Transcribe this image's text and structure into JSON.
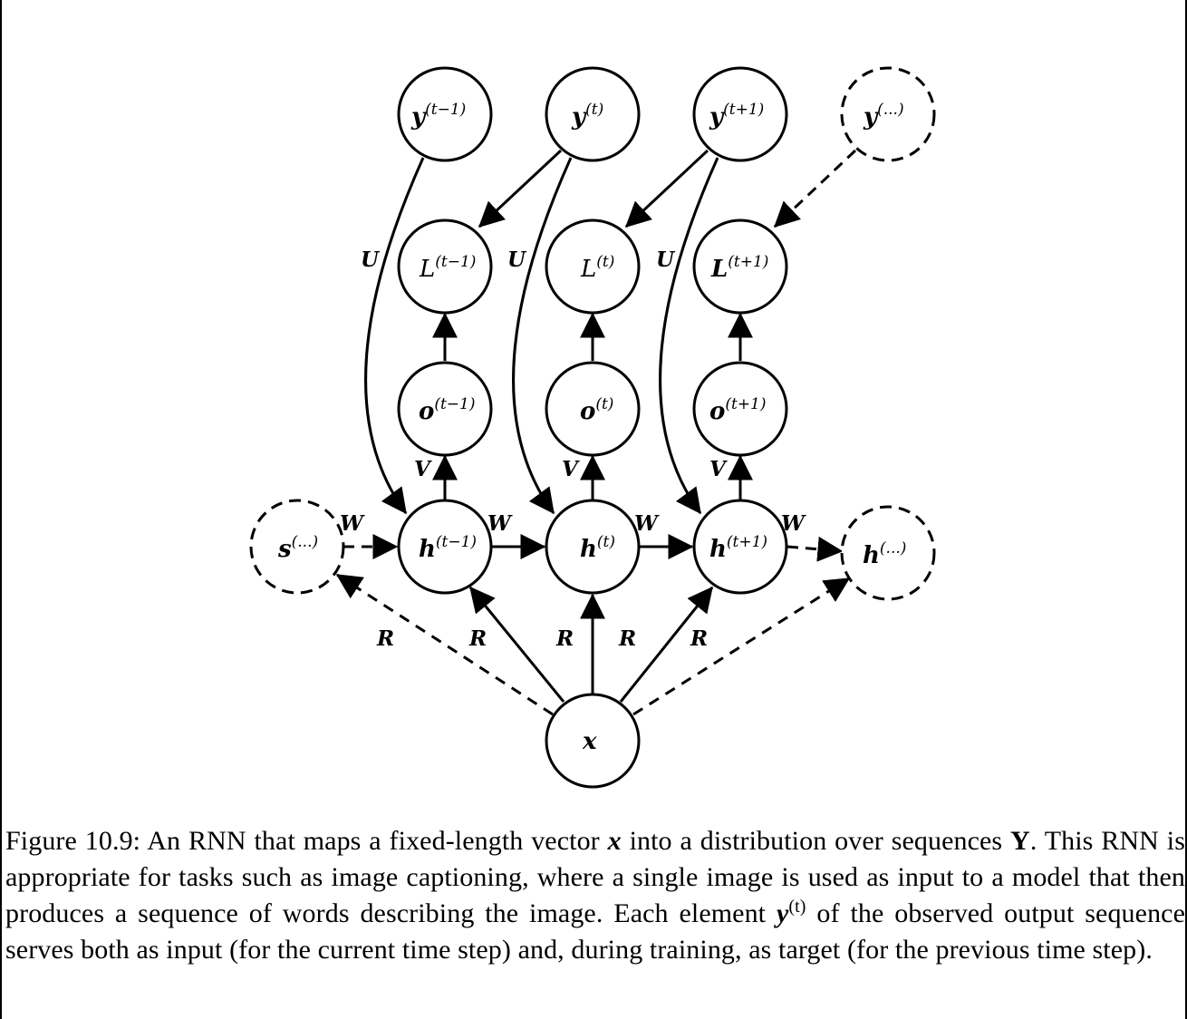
{
  "diagram": {
    "nodes": {
      "y_tm1": {
        "main": "y",
        "sup": "(t−1)"
      },
      "y_t": {
        "main": "y",
        "sup": "(t)"
      },
      "y_tp1": {
        "main": "y",
        "sup": "(t+1)"
      },
      "y_more": {
        "main": "y",
        "sup": "(...)"
      },
      "L_tm1": {
        "main": "L",
        "sup": "(t−1)"
      },
      "L_t": {
        "main": "L",
        "sup": "(t)"
      },
      "L_tp1": {
        "main": "L",
        "sup": "(t+1)"
      },
      "o_tm1": {
        "main": "o",
        "sup": "(t−1)"
      },
      "o_t": {
        "main": "o",
        "sup": "(t)"
      },
      "o_tp1": {
        "main": "o",
        "sup": "(t+1)"
      },
      "s_more": {
        "main": "s",
        "sup": "(...)"
      },
      "h_tm1": {
        "main": "h",
        "sup": "(t−1)"
      },
      "h_t": {
        "main": "h",
        "sup": "(t)"
      },
      "h_tp1": {
        "main": "h",
        "sup": "(t+1)"
      },
      "h_more": {
        "main": "h",
        "sup": "(...)"
      },
      "x": {
        "main": "x"
      }
    },
    "edge_labels": {
      "U": "U",
      "V": "V",
      "W": "W",
      "R": "R"
    }
  },
  "caption": {
    "prefix": "Figure 10.9: An RNN that maps a fixed-length vector ",
    "x": "x",
    "part2": " into a distribution over sequences ",
    "Y": "Y",
    "part3": ". This RNN is appropriate for tasks such as image captioning, where a single image is used as input to a model that then produces a sequence of words describing the image. Each element ",
    "y": "y",
    "y_sup": "(t)",
    "part4": " of the observed output sequence serves both as input (for the current time step) and, during training, as target (for the previous time step)."
  }
}
